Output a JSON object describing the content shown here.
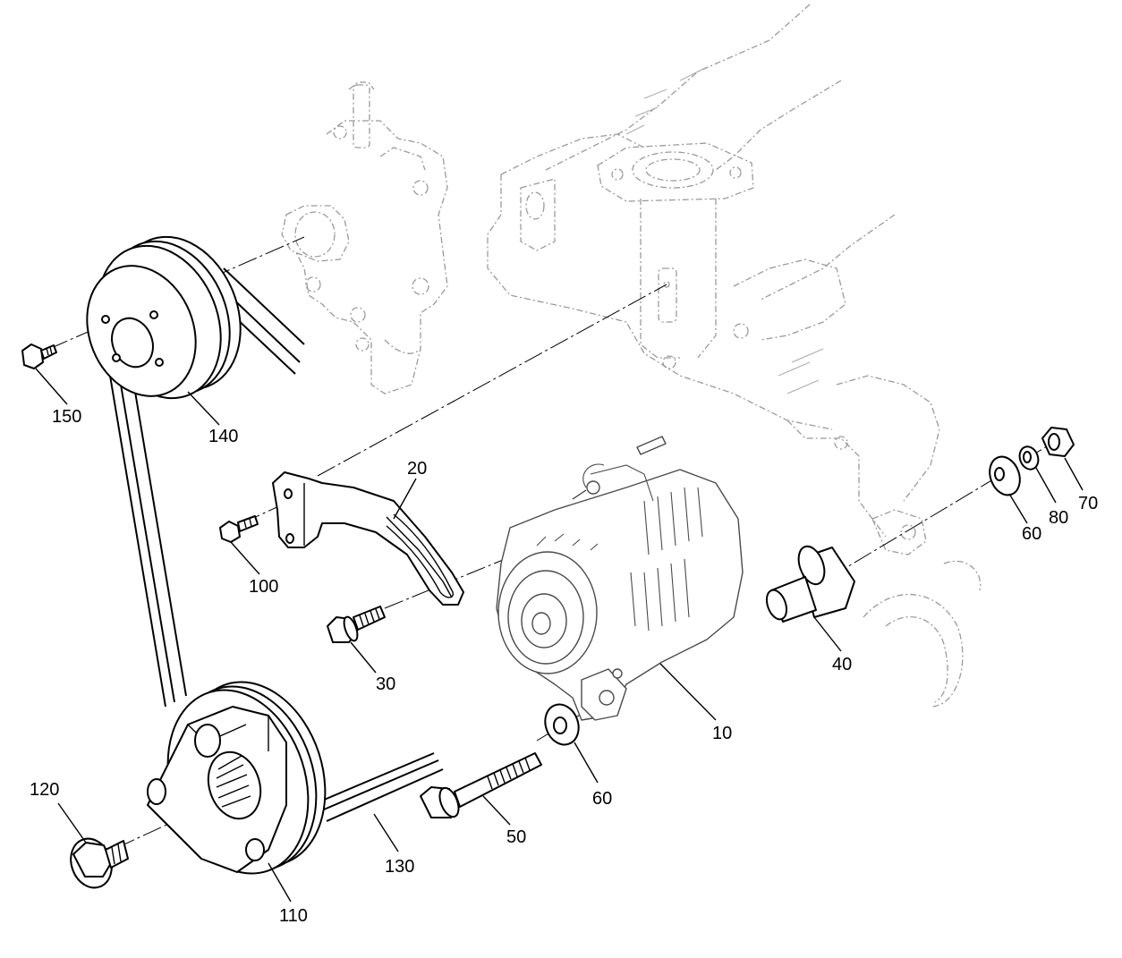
{
  "callouts": {
    "p10": "10",
    "p20": "20",
    "p30": "30",
    "p40": "40",
    "p50": "50",
    "p60a": "60",
    "p60b": "60",
    "p70": "70",
    "p80": "80",
    "p100": "100",
    "p110": "110",
    "p120": "120",
    "p130": "130",
    "p140": "140",
    "p150": "150"
  }
}
